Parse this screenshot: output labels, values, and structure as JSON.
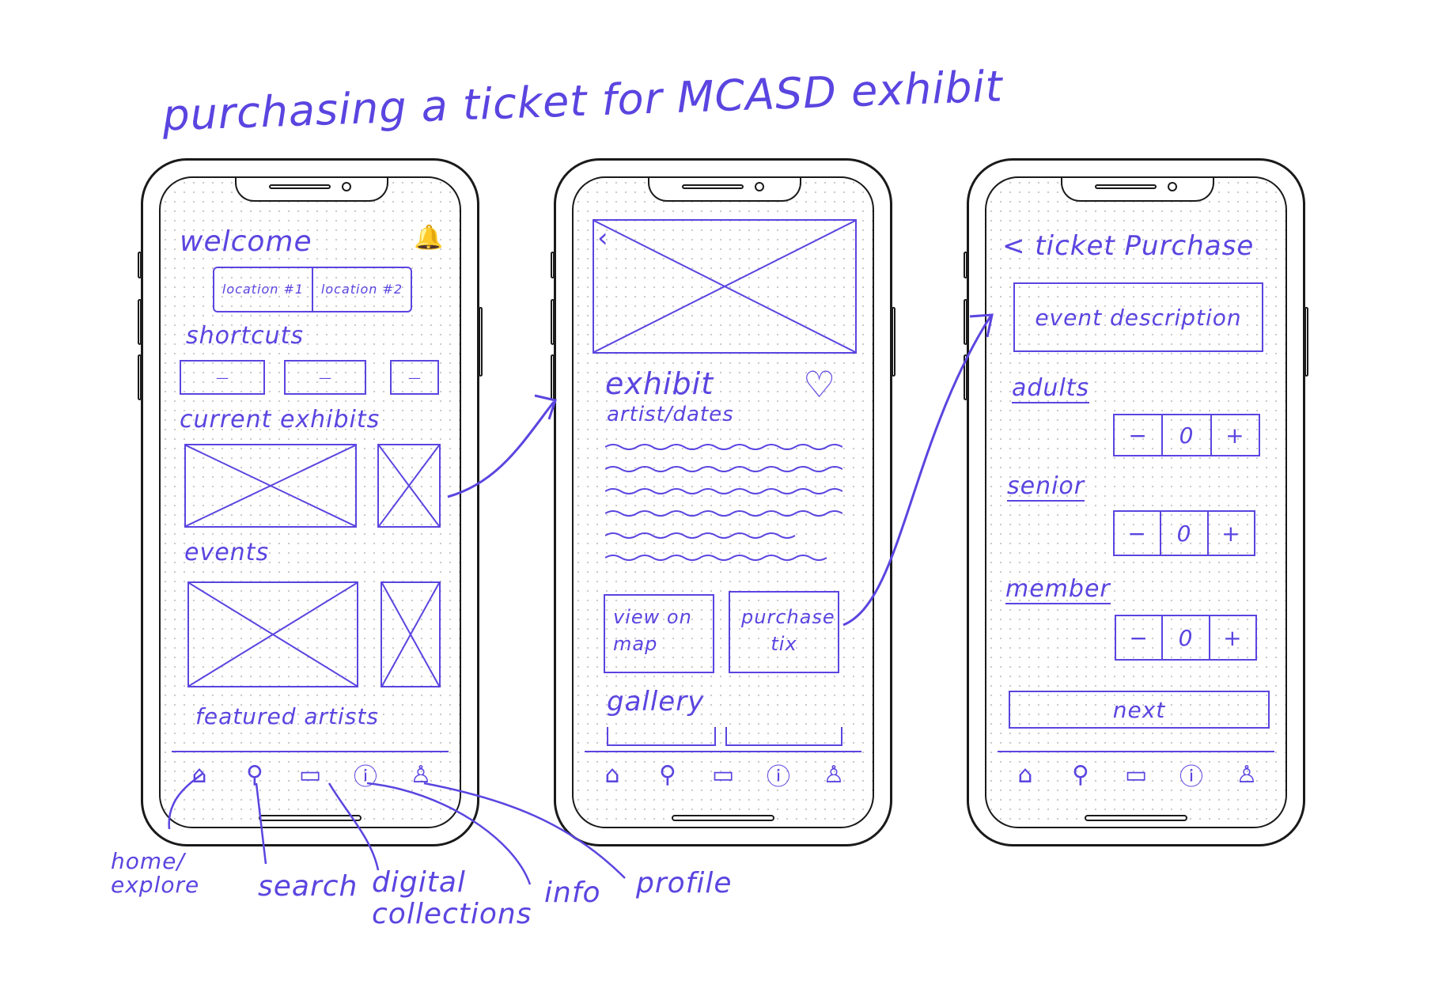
{
  "title": "purchasing a ticket for MCASD exhibit",
  "accent_color": "#5a45e0",
  "screen1": {
    "welcome": "welcome",
    "bell_icon": "bell-icon",
    "location1": "location #1",
    "location2": "location #2",
    "shortcuts": "shortcuts",
    "shortcut_glyph": "—",
    "current_exhibits": "current exhibits",
    "events": "events",
    "featured_artists": "featured artists"
  },
  "screen2": {
    "exhibit": "exhibit",
    "artist_dates": "artist/dates",
    "view_on_map": "view on map",
    "purchase_tix": "purchase tix",
    "gallery": "gallery"
  },
  "screen3": {
    "back_title": "< ticket Purchase",
    "event_description": "event description",
    "adults": "adults",
    "senior": "senior",
    "member": "member",
    "minus": "−",
    "count": "0",
    "plus": "+",
    "next": "next"
  },
  "tabs": [
    "home-icon",
    "search-icon",
    "collections-icon",
    "info-icon",
    "profile-icon"
  ],
  "notes": {
    "home_explore": "home/ explore",
    "search": "search",
    "digital_collections": "digital collections",
    "info": "info",
    "profile": "profile"
  }
}
